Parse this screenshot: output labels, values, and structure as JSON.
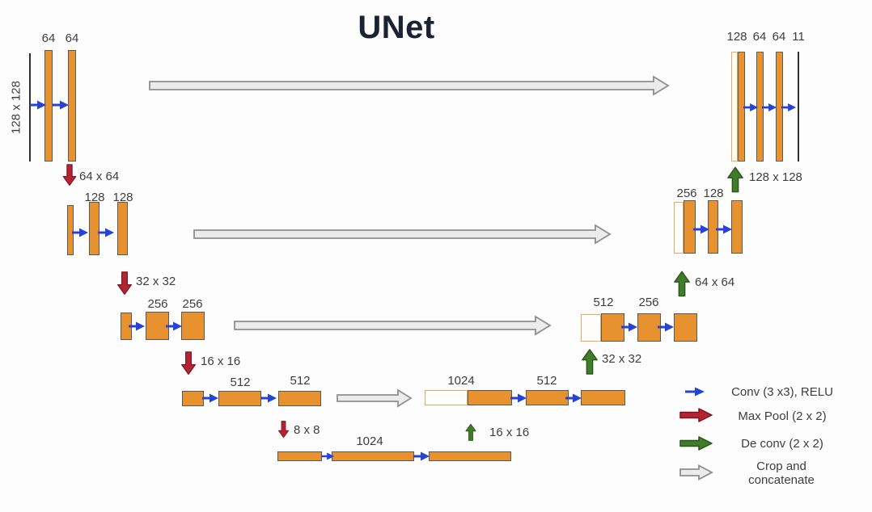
{
  "title": "UNet",
  "diagram": {
    "input_size": "128 x 128",
    "encoder": {
      "l1": {
        "ch1": "64",
        "ch2": "64",
        "pool": "64 x 64"
      },
      "l2": {
        "ch1": "128",
        "ch2": "128",
        "pool": "32 x 32"
      },
      "l3": {
        "ch1": "256",
        "ch2": "256",
        "pool": "16 x 16"
      },
      "l4": {
        "ch1": "512",
        "ch2": "512",
        "pool": "8 x 8"
      },
      "bottleneck": {
        "ch": "1024",
        "up": "16 x 16"
      }
    },
    "decoder": {
      "l4": {
        "concat": "1024",
        "ch": "512",
        "up": "32 x 32"
      },
      "l3": {
        "concat": "512",
        "ch": "256",
        "up": "64 x 64"
      },
      "l2": {
        "concat": "256",
        "ch": "128",
        "up": "128 x 128"
      },
      "l1": {
        "concat": "128",
        "ch1": "64",
        "ch2": "64",
        "out": "11"
      }
    }
  },
  "legend": {
    "conv": "Conv (3 x3), RELU",
    "pool": "Max Pool (2 x 2)",
    "deconv": "De conv (2 x 2)",
    "crop": "Crop and concatenate"
  },
  "colors": {
    "feature_map": "#E8922F",
    "conv_arrow": "#2742D7",
    "pool_arrow": "#B42534",
    "deconv_arrow": "#3F7D2A",
    "crop_arrow": "#ECECEC"
  }
}
